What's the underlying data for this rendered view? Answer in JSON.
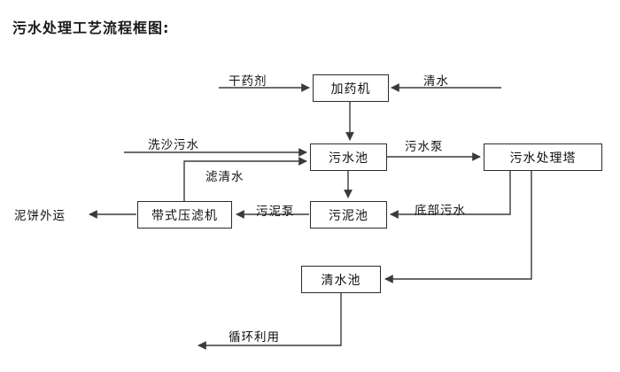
{
  "document": {
    "title": "污水处理工艺流程框图:"
  },
  "colors": {
    "line": "#3a3a3a",
    "box_border": "#2b2b2b",
    "text": "#111111",
    "title_text": "#1a1a1a",
    "background": "#ffffff"
  },
  "nodes": [
    {
      "id": "dosing-machine",
      "label": "加药机"
    },
    {
      "id": "wastewater-pool",
      "label": "污水池"
    },
    {
      "id": "treatment-tower",
      "label": "污水处理塔"
    },
    {
      "id": "sludge-pool",
      "label": "污泥池"
    },
    {
      "id": "belt-filter-press",
      "label": "带式压滤机"
    },
    {
      "id": "clean-water-pool",
      "label": "清水池"
    }
  ],
  "edge_labels": [
    {
      "id": "dry-chemical",
      "label": "干药剂"
    },
    {
      "id": "clean-water-in",
      "label": "清水"
    },
    {
      "id": "sand-wash-sewage",
      "label": "洗沙污水"
    },
    {
      "id": "filtrate-water",
      "label": "滤清水"
    },
    {
      "id": "sewage-pump",
      "label": "污水泵"
    },
    {
      "id": "sludge-pump",
      "label": "污泥泵"
    },
    {
      "id": "bottom-sewage",
      "label": "底部污水"
    },
    {
      "id": "mud-cake-transport",
      "label": "泥饼外运"
    },
    {
      "id": "recycle-reuse",
      "label": "循环利用"
    }
  ]
}
